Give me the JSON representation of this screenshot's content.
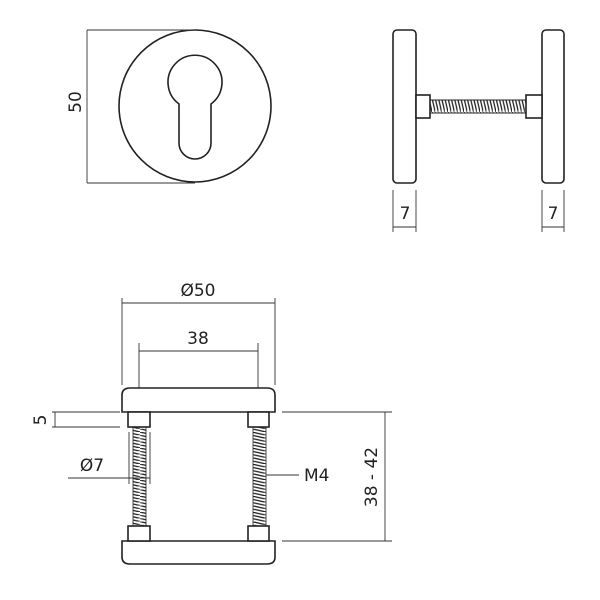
{
  "front_view": {
    "height_label": "50"
  },
  "side_view": {
    "left_thickness_label": "7",
    "right_thickness_label": "7"
  },
  "section_view": {
    "outer_diameter_label": "Ø50",
    "screw_spacing_label": "38",
    "nut_height_label": "5",
    "nut_diameter_label": "Ø7",
    "thread_label": "M4",
    "door_thickness_label": "38 - 42"
  },
  "colors": {
    "line": "#222222",
    "background": "#ffffff"
  }
}
